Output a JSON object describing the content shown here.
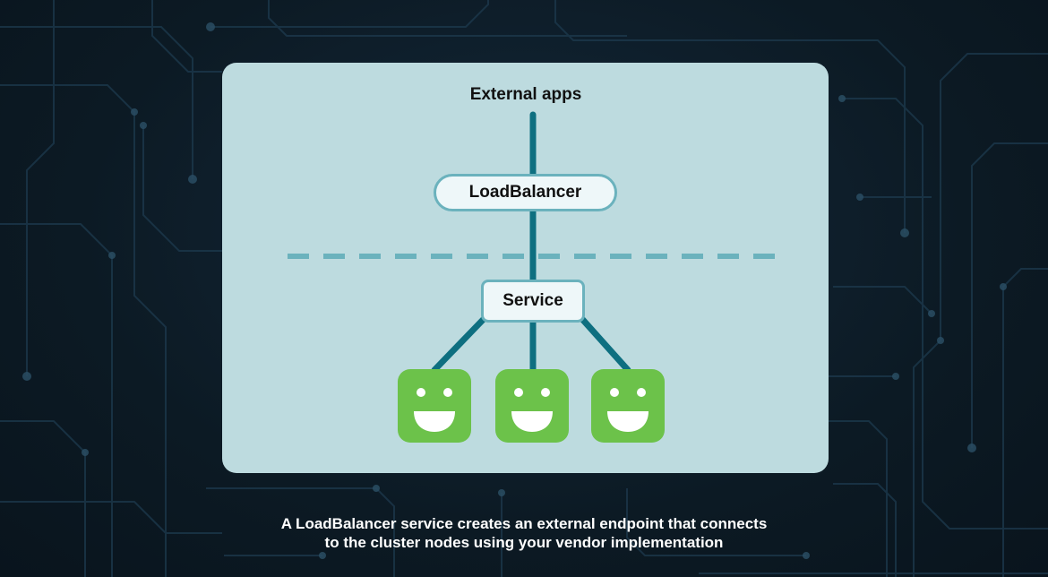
{
  "diagram": {
    "external_label": "External apps",
    "loadbalancer_label": "LoadBalancer",
    "service_label": "Service",
    "node_count": 3
  },
  "caption": {
    "line1": "A LoadBalancer service creates an external endpoint that connects",
    "line2": "to the cluster nodes using your vendor implementation"
  },
  "colors": {
    "panel": "#bddbdf",
    "connector": "#0e6f80",
    "box_border": "#6bb2bd",
    "divider": "#6bb2bd",
    "node": "#6cc24a",
    "background": "#0c1a24"
  },
  "icons": {
    "node": "smiley-node-icon"
  }
}
